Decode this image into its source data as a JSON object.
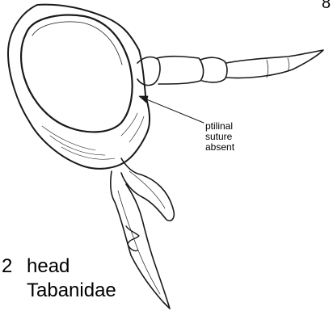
{
  "figure": {
    "number": "2",
    "caption_line1": "head",
    "caption_line2": "Tabanidae",
    "annotation": [
      "ptilinal",
      "suture",
      "absent"
    ],
    "corner_fragment": "8",
    "ink_color": "#1a1a1a",
    "background": "#ffffff"
  }
}
